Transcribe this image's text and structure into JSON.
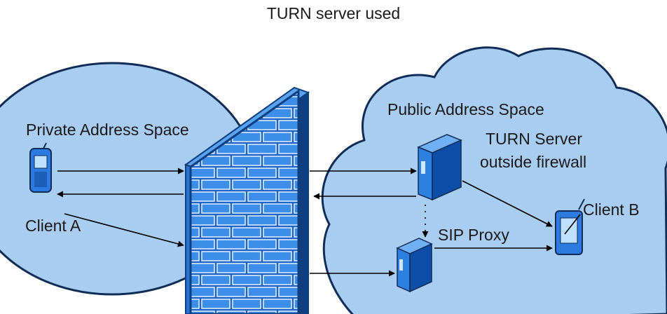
{
  "title": "TURN server used",
  "regions": {
    "private": {
      "label": "Private Address Space"
    },
    "public": {
      "label": "Public Address Space"
    }
  },
  "nodes": {
    "client_a": {
      "label": "Client A",
      "icon": "mobile-phone-icon"
    },
    "firewall": {
      "icon": "firewall-icon"
    },
    "turn_server": {
      "label_line1": "TURN Server",
      "label_line2": "outside firewall",
      "icon": "server-icon"
    },
    "sip_proxy": {
      "label": "SIP Proxy",
      "icon": "server-icon"
    },
    "client_b": {
      "label": "Client B",
      "icon": "pda-icon"
    }
  },
  "colors": {
    "region_fill": "#a9cdf1",
    "region_stroke": "#0f2d56",
    "firewall_blue": "#1f66c4",
    "firewall_brick": "#3d8ee8",
    "firewall_dark": "#0e3f80",
    "server_front": "#2f7fe0",
    "server_side": "#0d4fa8",
    "arrow": "#000000"
  }
}
